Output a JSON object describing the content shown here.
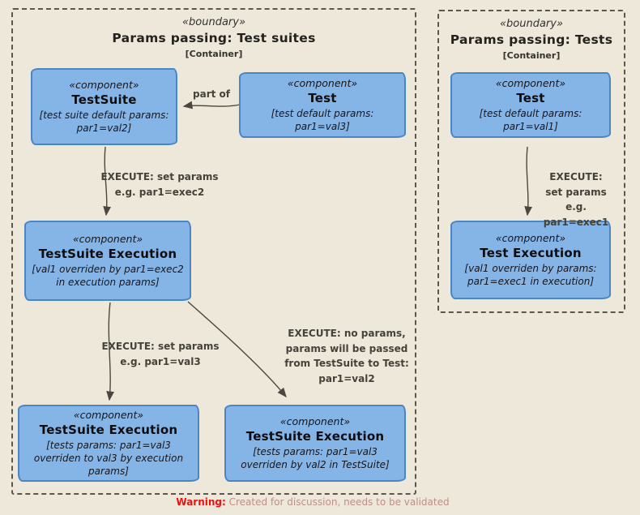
{
  "page": {
    "footer_warning": "Warning:",
    "footer_text": " Created for discussion, needs to be validated"
  },
  "colors": {
    "background": "#ede8da",
    "component_fill": "#85b5e7",
    "component_border": "#4b86c4",
    "boundary_border": "#5b574e",
    "wire": "#4a473f",
    "warning_red": "#ef1010"
  },
  "boundaries": {
    "suites": {
      "stereotype": "«boundary»",
      "title": "Params passing: Test suites",
      "subtitle": "[Container]"
    },
    "tests": {
      "stereotype": "«boundary»",
      "title": "Params passing: Tests",
      "subtitle": "[Container]"
    }
  },
  "components": {
    "testsuite": {
      "stereotype": "«component»",
      "name": "TestSuite",
      "desc": "[test suite default params: par1=val2]"
    },
    "test_left": {
      "stereotype": "«component»",
      "name": "Test",
      "desc": "[test default params: par1=val3]"
    },
    "ts_exec": {
      "stereotype": "«component»",
      "name": "TestSuite Execution",
      "desc": "[val1 overriden by par1=exec2 in execution params]"
    },
    "ts_exec_left": {
      "stereotype": "«component»",
      "name": "TestSuite Execution",
      "desc": "[tests params: par1=val3 overriden to val3 by execution params]"
    },
    "ts_exec_right": {
      "stereotype": "«component»",
      "name": "TestSuite Execution",
      "desc": "[tests params: par1=val3 overriden by val2 in TestSuite]"
    },
    "test_right": {
      "stereotype": "«component»",
      "name": "Test",
      "desc": "[test default params: par1=val1]"
    },
    "test_exec_right": {
      "stereotype": "«component»",
      "name": "Test Execution",
      "desc": "[val1 overriden by params: par1=exec1 in execution]"
    }
  },
  "edges": {
    "part_of": {
      "label": "part of"
    },
    "exec_set_exec2": {
      "label": "EXECUTE: set params\ne.g. par1=exec2"
    },
    "exec_set_val3": {
      "label": "EXECUTE: set params\ne.g. par1=val3"
    },
    "exec_no_params": {
      "label": "EXECUTE: no params,\nparams will be passed\nfrom TestSuite to Test:\npar1=val2"
    },
    "exec_set_exec1": {
      "label": "EXECUTE: set params\ne.g. par1=exec1"
    }
  }
}
